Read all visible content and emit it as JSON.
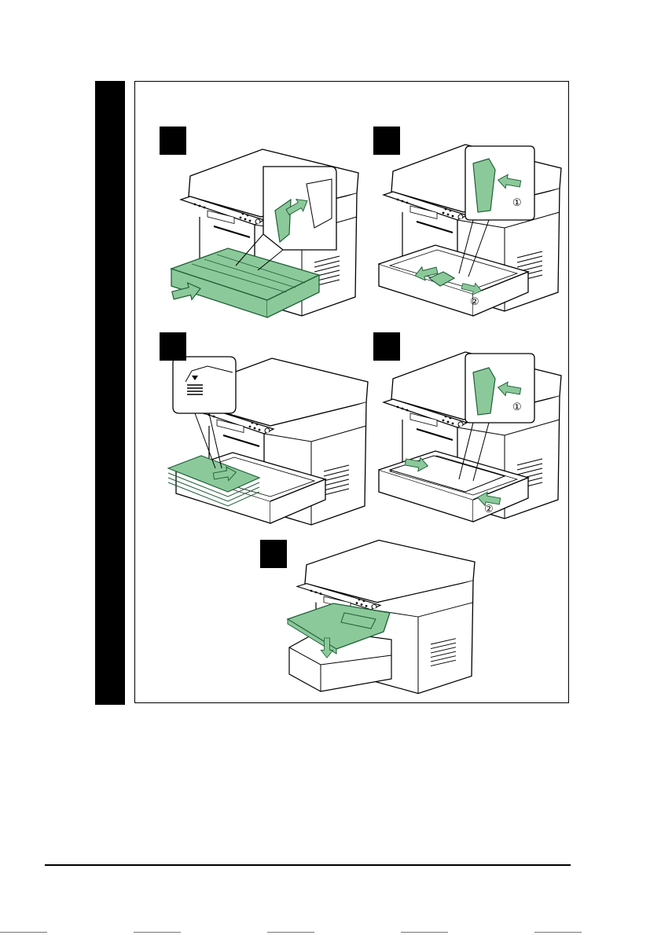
{
  "page": {
    "colors": {
      "accent_green": "#8cc99a",
      "green_stroke": "#1f5f37",
      "line": "#000000",
      "sidebar": "#000000"
    }
  },
  "steps": [
    {
      "id": "step-1",
      "callouts": []
    },
    {
      "id": "step-2",
      "callouts": [
        "①",
        "②"
      ]
    },
    {
      "id": "step-3",
      "callouts": []
    },
    {
      "id": "step-4",
      "callouts": [
        "①",
        "②"
      ]
    },
    {
      "id": "step-5",
      "callouts": []
    }
  ]
}
